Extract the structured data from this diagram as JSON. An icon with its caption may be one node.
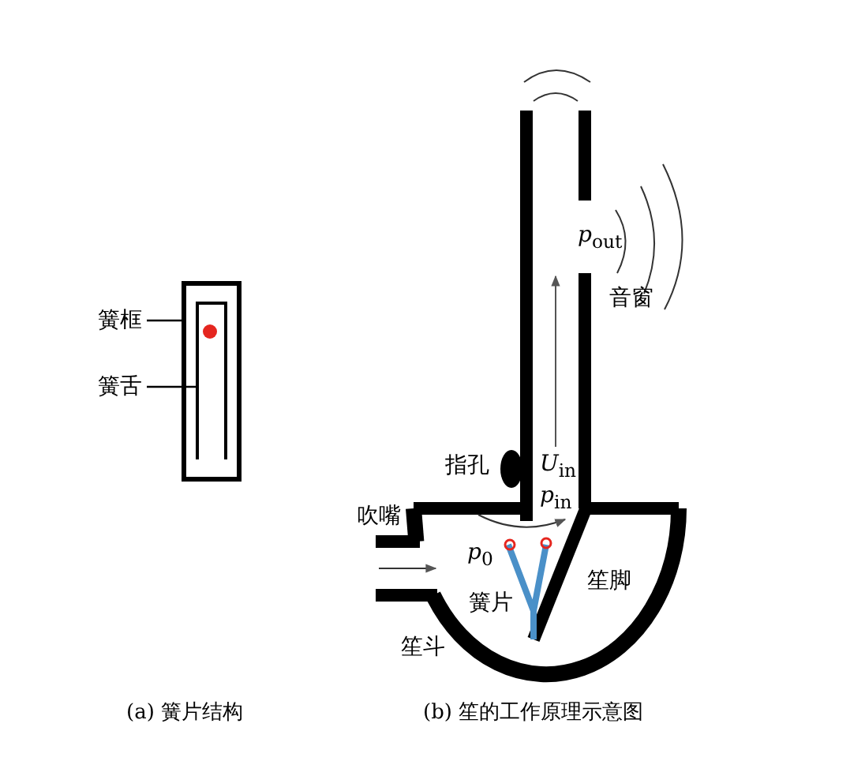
{
  "diagram": {
    "nodes": [
      {
        "text": [
          "簧框"
        ]
      },
      {
        "text": [
          "簧舌"
        ]
      },
      {
        "text": [],
        "shape": "box"
      },
      {
        "text": [],
        "shape": "box",
        "in": 2
      }
    ],
    "edges": [
      {
        "from": 0,
        "to": 2,
        "arrow": "none"
      },
      {
        "from": 1,
        "to": 3,
        "arrow": "none"
      }
    ],
    "labels": [
      "*p*$_{out}$",
      "音窗",
      "指孔",
      "*U*$_{in}$",
      "吹嘴",
      "*p*$_{in}$",
      "*p*$_{0}$",
      "笙脚",
      "簧片",
      "笙斗",
      "(a) 簧片结构",
      "(b) 笙的工作原理示意图"
    ]
  }
}
